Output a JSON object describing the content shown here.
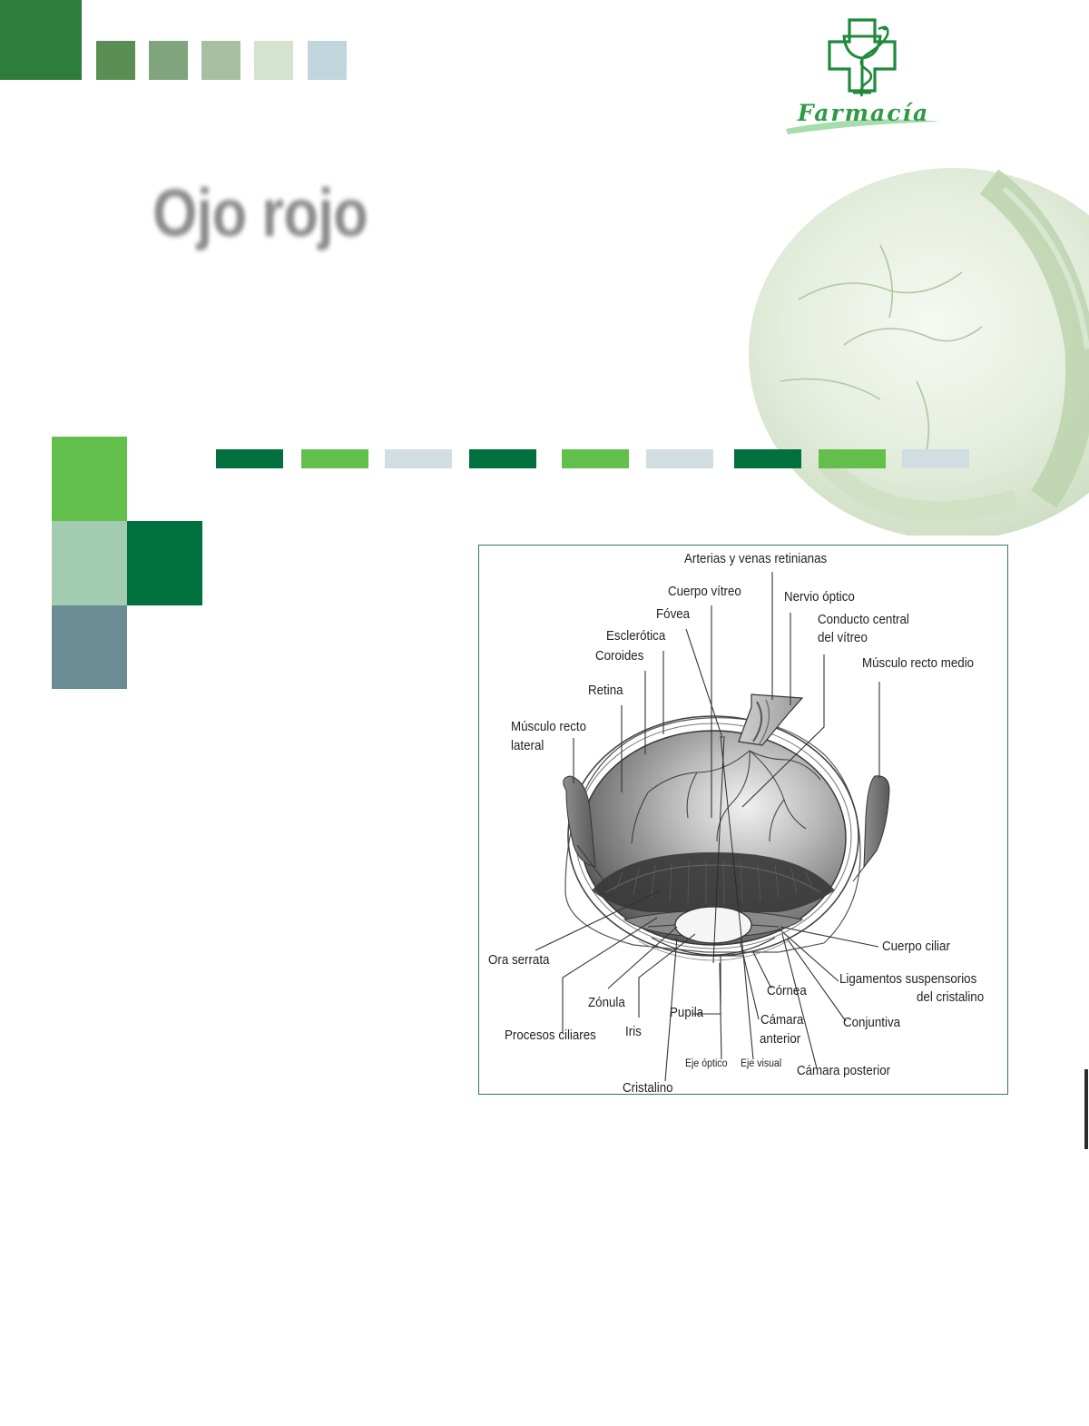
{
  "colors": {
    "dark_green": "#2e7d3c",
    "deep_green": "#00703c",
    "bright_green": "#63bf4c",
    "pale_green": "#a3cbb0",
    "steel_blue": "#6b8b95",
    "pale_blue": "#d2dde2",
    "frame_green": "#2f7d56"
  },
  "header": {
    "logo_text": "Farmacía",
    "logo_icon": "pharmacy-cross-cup-serpent-icon"
  },
  "page": {
    "title": "Ojo rojo"
  },
  "diagram": {
    "labels": {
      "arterias": "Arterias y venas retinianas",
      "cuerpo_vitreo": "Cuerpo vítreo",
      "nervio_optico": "Nervio óptico",
      "fovea": "Fóvea",
      "conducto_1": "Conducto central",
      "conducto_2": "del vítreo",
      "esclerotica": "Esclerótica",
      "coroides": "Coroides",
      "musculo_medio": "Músculo recto medio",
      "retina": "Retina",
      "musculo_lateral_1": "Músculo recto",
      "musculo_lateral_2": "lateral",
      "cuerpo_ciliar": "Cuerpo ciliar",
      "ora_serrata": "Ora serrata",
      "ligamentos_1": "Ligamentos suspensorios",
      "ligamentos_2": "del cristalino",
      "cornea": "Córnea",
      "zonula": "Zónula",
      "pupila": "Pupila",
      "camara_anterior_1": "Cámara",
      "camara_anterior_2": "anterior",
      "conjuntiva": "Conjuntiva",
      "procesos_ciliares": "Procesos ciliares",
      "iris": "Iris",
      "eje_optico": "Eje óptico",
      "eje_visual": "Eje visual",
      "camara_posterior": "Cámara posterior",
      "cristalino": "Cristalino"
    }
  }
}
